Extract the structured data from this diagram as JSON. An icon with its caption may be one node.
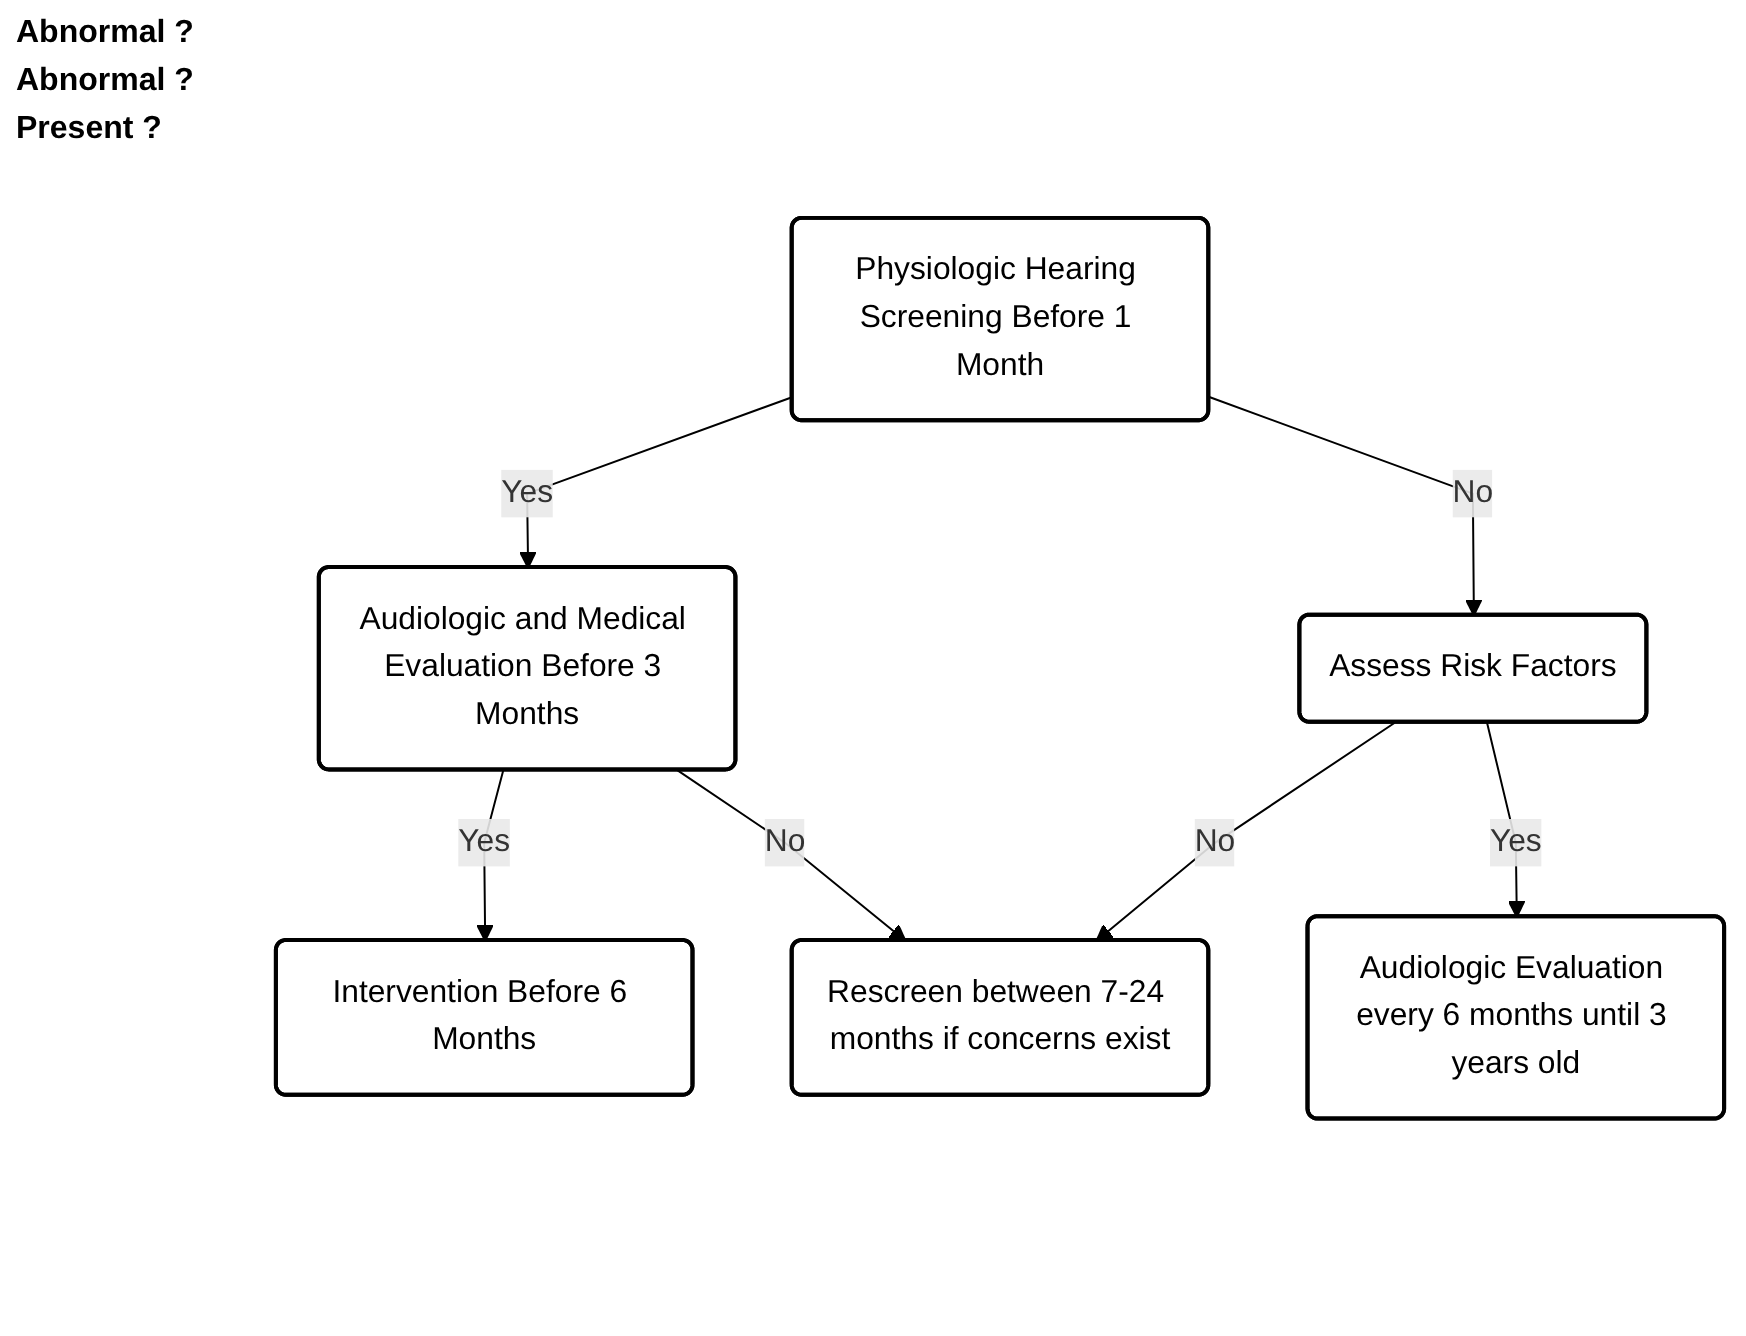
{
  "diagram": {
    "nodes": [
      {
        "text": [
          "Physiologic Hearing Screening Before 1 Month"
        ]
      },
      {
        "text": [
          "Audiologic and Medical Evaluation Before 3 Months"
        ]
      },
      {
        "text": [
          "Assess Risk Factors"
        ]
      },
      {
        "text": [
          "Intervention Before 6 Months"
        ]
      },
      {
        "text": [
          "Audiologic Evaluation every 6 months until 3 years old"
        ]
      },
      {
        "text": [
          "Rescreen between 7-24 months if concerns exist"
        ]
      }
    ],
    "edges": [
      {
        "from": 0,
        "to": 1,
        "label": "Yes",
        "arrow": "to"
      },
      {
        "from": 0,
        "to": 2,
        "label": "No",
        "arrow": "to"
      },
      {
        "from": 1,
        "to": 3,
        "label": "Yes",
        "arrow": "to"
      },
      {
        "from": 1,
        "to": 5,
        "label": "No",
        "arrow": "to"
      },
      {
        "from": 2,
        "to": 5,
        "label": "No",
        "arrow": "to"
      },
      {
        "from": 2,
        "to": 4,
        "label": "Yes",
        "arrow": "to"
      }
    ],
    "labels": [
      "Abnormal ?",
      "Abnormal ?",
      "Present ?"
    ]
  }
}
